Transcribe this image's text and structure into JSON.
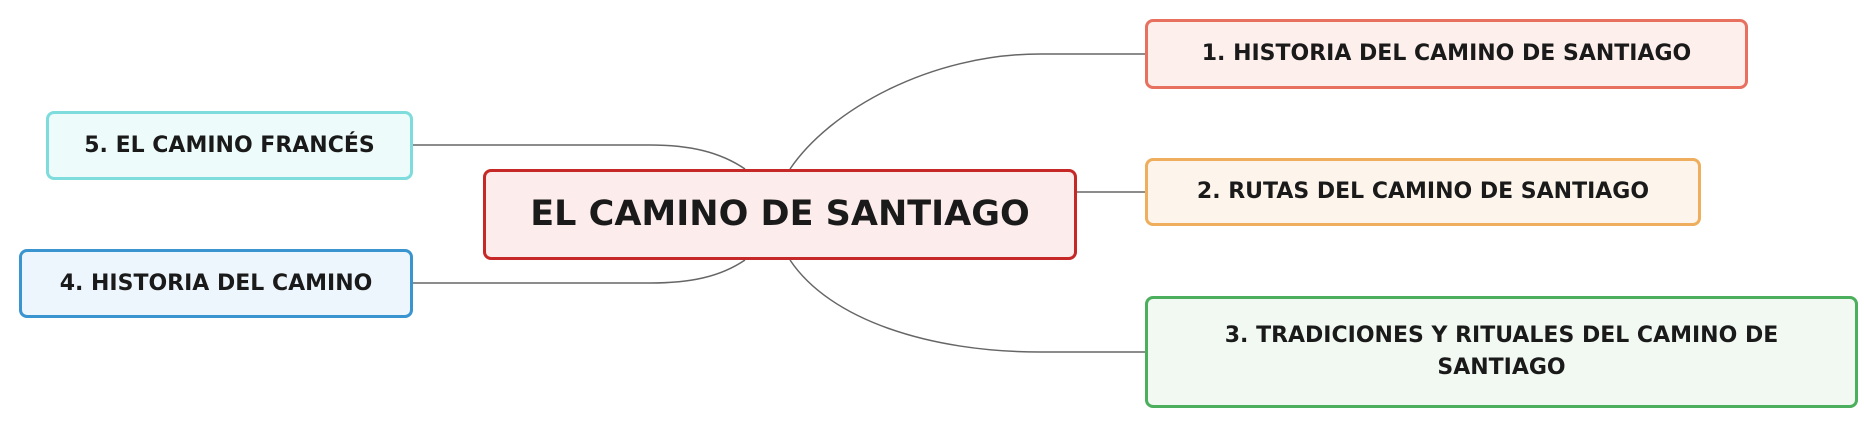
{
  "central": {
    "label": "EL CAMINO DE SANTIAGO",
    "fill": "#fdecec",
    "border": "#c62828"
  },
  "branches": [
    {
      "id": "1",
      "label": "1. HISTORIA DEL CAMINO DE SANTIAGO",
      "fill": "#fdf0ec",
      "border": "#e8705f"
    },
    {
      "id": "2",
      "label": "2. RUTAS DEL CAMINO DE SANTIAGO",
      "fill": "#fdf5ec",
      "border": "#eeae5d"
    },
    {
      "id": "3",
      "label": "3. TRADICIONES Y RITUALES DEL CAMINO DE SANTIAGO",
      "fill": "#f1f9f2",
      "border": "#4caf5d"
    },
    {
      "id": "4",
      "label": "4. HISTORIA DEL CAMINO",
      "fill": "#eef6fd",
      "border": "#3a94d0"
    },
    {
      "id": "5",
      "label": "5. EL CAMINO FRANCÉS",
      "fill": "#eefbfb",
      "border": "#7fdcdc"
    }
  ],
  "connector_color": "#666666"
}
